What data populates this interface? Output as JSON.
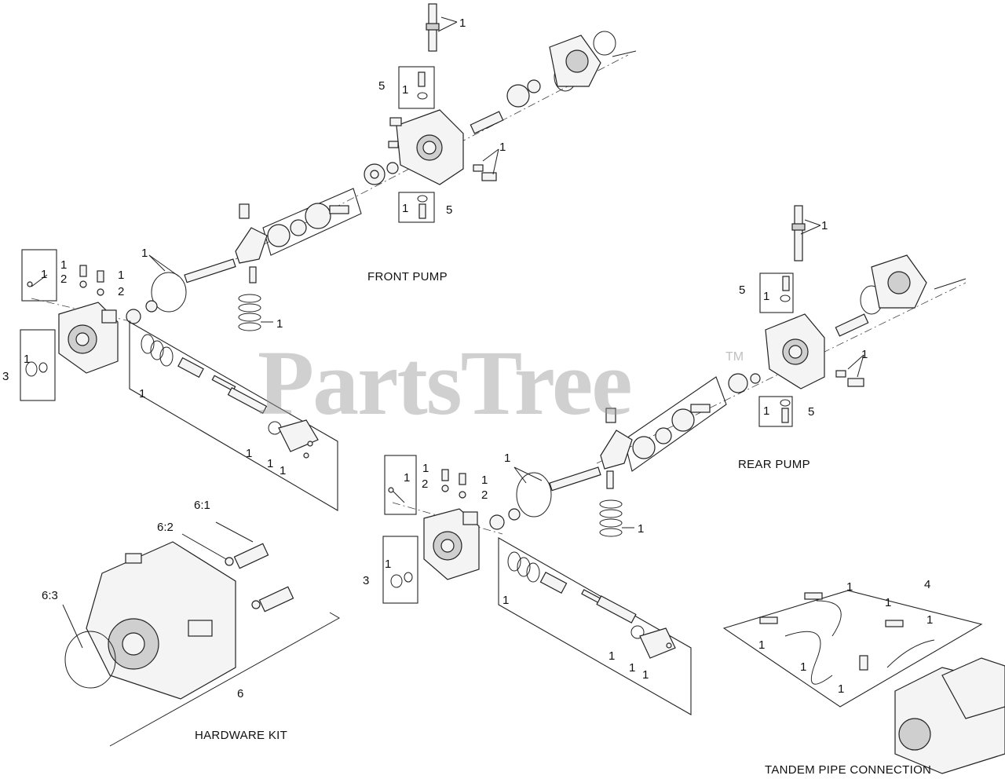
{
  "watermark": {
    "brand": "PartsTree",
    "trademark": "TM"
  },
  "captions": {
    "front_pump": "FRONT PUMP",
    "rear_pump": "REAR PUMP",
    "hardware_kit": "HARDWARE KIT",
    "tandem_pipe_connection": "TANDEM PIPE CONNECTION"
  },
  "callouts": {
    "fp_stem": "1",
    "fp_kit5_top_num": "5",
    "fp_kit5_top_item": "1",
    "fp_side_valves": "1",
    "fp_kit5_bot_item": "1",
    "fp_kit5_bot_num": "5",
    "fp_oring": "1",
    "fp_seal_stack": "1",
    "lp_box_item": "1",
    "lp_plug_1a": "1",
    "lp_washer_2a": "2",
    "lp_plug_1b": "1",
    "lp_washer_2b": "2",
    "lp_kit3_num": "3",
    "lp_kit3_item": "1",
    "lp_bottom_rings": "1",
    "lp_bottom_a": "1",
    "lp_bottom_b": "1",
    "lp_bottom_c": "1",
    "rp_stem": "1",
    "rp_kit5_top_num": "5",
    "rp_kit5_top_item": "1",
    "rp_side_valves": "1",
    "rp_kit5_bot_item": "1",
    "rp_kit5_bot_num": "5",
    "rp_oring": "1",
    "rp_seal_stack": "1",
    "mp_box_item": "1",
    "mp_plug_1a": "1",
    "mp_washer_2a": "2",
    "mp_plug_1b": "1",
    "mp_washer_2b": "2",
    "mp_kit3_num": "3",
    "mp_kit3_item": "1",
    "mp_bottom_rings": "1",
    "mp_bottom_a": "1",
    "mp_bottom_b": "1",
    "mp_bottom_c": "1",
    "hw_6_1": "6:1",
    "hw_6_2": "6:2",
    "hw_6_3": "6:3",
    "hw_6": "6",
    "tp_4": "4",
    "tp_a": "1",
    "tp_b": "1",
    "tp_c": "1",
    "tp_d": "1",
    "tp_e": "1",
    "tp_f": "1"
  }
}
